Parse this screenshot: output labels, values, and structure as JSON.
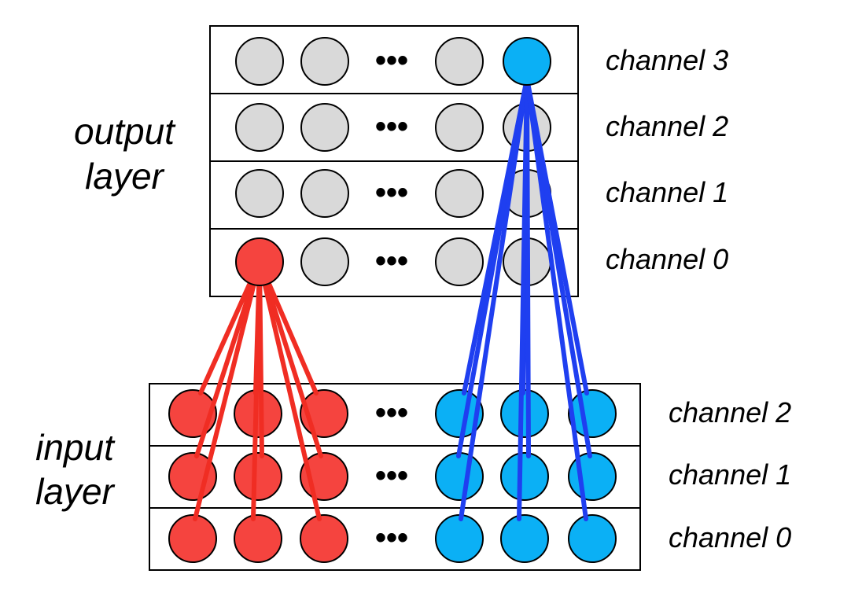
{
  "output_layer": {
    "label_line1": "output",
    "label_line2": "layer",
    "channels": [
      "channel 3",
      "channel 2",
      "channel 1",
      "channel 0"
    ]
  },
  "input_layer": {
    "label_line1": "input",
    "label_line2": "layer",
    "channels": [
      "channel 2",
      "channel 1",
      "channel 0"
    ]
  },
  "ellipsis": "•••",
  "colors": {
    "neuron_default": "#d9d9d9",
    "neuron_red": "#f5443f",
    "neuron_blue": "#0bb0f5",
    "connection_red": "#f02d23",
    "connection_blue": "#1f3ff0",
    "outline": "#000000"
  }
}
